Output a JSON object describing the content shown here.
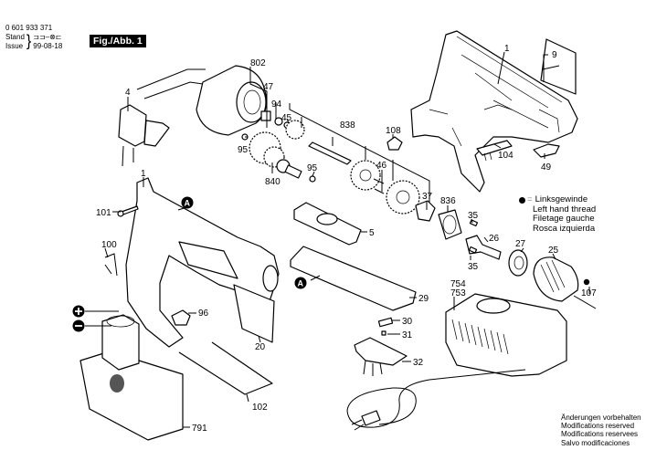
{
  "header": {
    "part_number": "0 601 933 371",
    "stand_label": "Stand",
    "issue_label": "Issue",
    "stand_value": "⊐⊐–⊗⊏",
    "issue_value": "99-08-18",
    "figure_label": "Fig./Abb. 1"
  },
  "legend": {
    "symbol": "●",
    "equals": "=",
    "lines": [
      "Linksgewinde",
      "Left hand thread",
      "Filetage gauche",
      "Rosca izquierda"
    ]
  },
  "footer": {
    "lines": [
      "Änderungen vorbehalten",
      "Modifications reserved",
      "Modifications reservees",
      "Salvo modificaciones"
    ]
  },
  "callouts": {
    "c1_housing_right": "1",
    "c9": "9",
    "c802": "802",
    "c47": "47",
    "c4": "4",
    "c94": "94",
    "c45": "45",
    "c838": "838",
    "c108": "108",
    "c104": "104",
    "c49": "49",
    "c95a": "95",
    "c95b": "95",
    "c840": "840",
    "c46": "46",
    "c37": "37",
    "c836": "836",
    "c35a": "35",
    "c35b": "35",
    "c26": "26",
    "c27": "27",
    "c25": "25",
    "c107": "107",
    "c1_housing_left": "1",
    "c101": "101",
    "cA1": "A",
    "cA2": "A",
    "c5": "5",
    "c100": "100",
    "c29": "29",
    "c754": "754",
    "c753": "753",
    "c96": "96",
    "c30": "30",
    "c31": "31",
    "c20": "20",
    "c32": "32",
    "c791": "791",
    "c102": "102",
    "plus": "+",
    "minus": "−"
  }
}
